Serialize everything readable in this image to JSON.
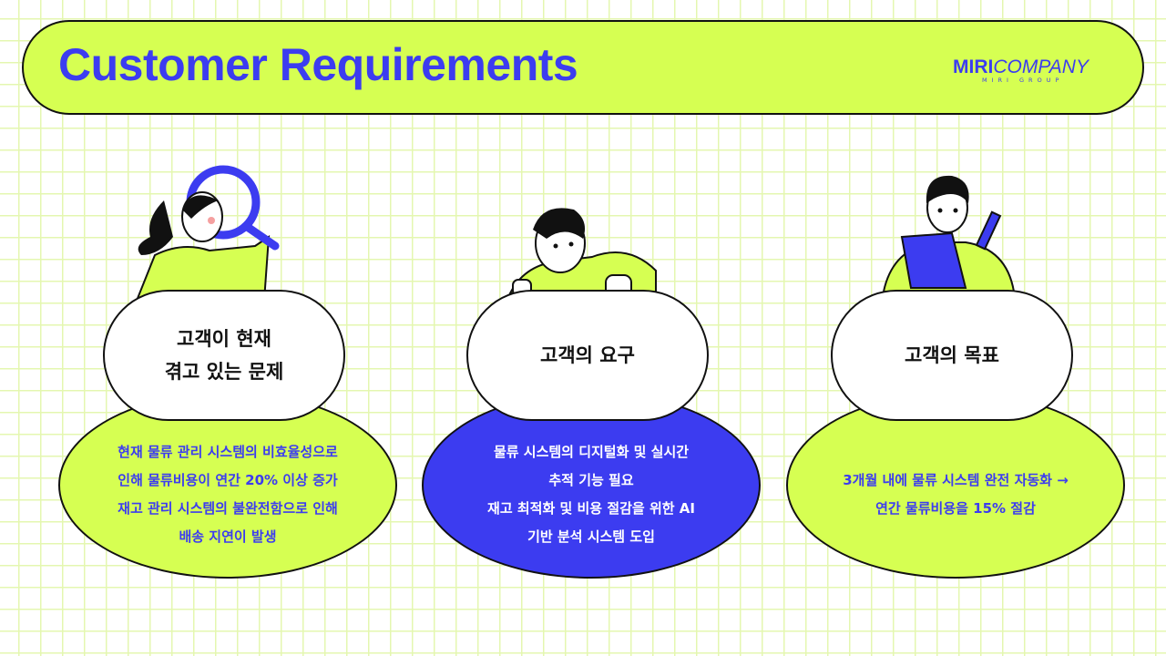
{
  "header": {
    "title": "Customer Requirements",
    "logo": {
      "mark": "MIRI",
      "name": "COMPANY",
      "sub": "MIRI GROUP"
    }
  },
  "colors": {
    "lime": "#d6ff52",
    "blue": "#3c3cf0",
    "text_blue": "#3c3cf0",
    "outline": "#111111"
  },
  "cards": [
    {
      "title_lines": [
        "고객이 현재",
        "겪고 있는 문제"
      ],
      "body_lines": [
        "현재 물류 관리 시스템의 비효율성으로",
        "인해 물류비용이 연간 20% 이상 증가",
        "재고 관리 시스템의 불완전함으로 인해",
        "배송 지연이 발생"
      ],
      "illustration": "woman-with-magnifier"
    },
    {
      "title_lines": [
        "고객의 요구"
      ],
      "body_lines": [
        "물류 시스템의 디지털화 및 실시간",
        "추적 기능 필요",
        "재고 최적화 및 비용 절감을 위한 AI",
        "기반 분석 시스템 도입"
      ],
      "illustration": "man-peeking"
    },
    {
      "title_lines": [
        "고객의 목표"
      ],
      "body_lines": [
        "3개월 내에 물류 시스템 완전 자동화 →",
        "연간 물류비용을 15% 절감"
      ],
      "illustration": "man-with-clipboard"
    }
  ]
}
